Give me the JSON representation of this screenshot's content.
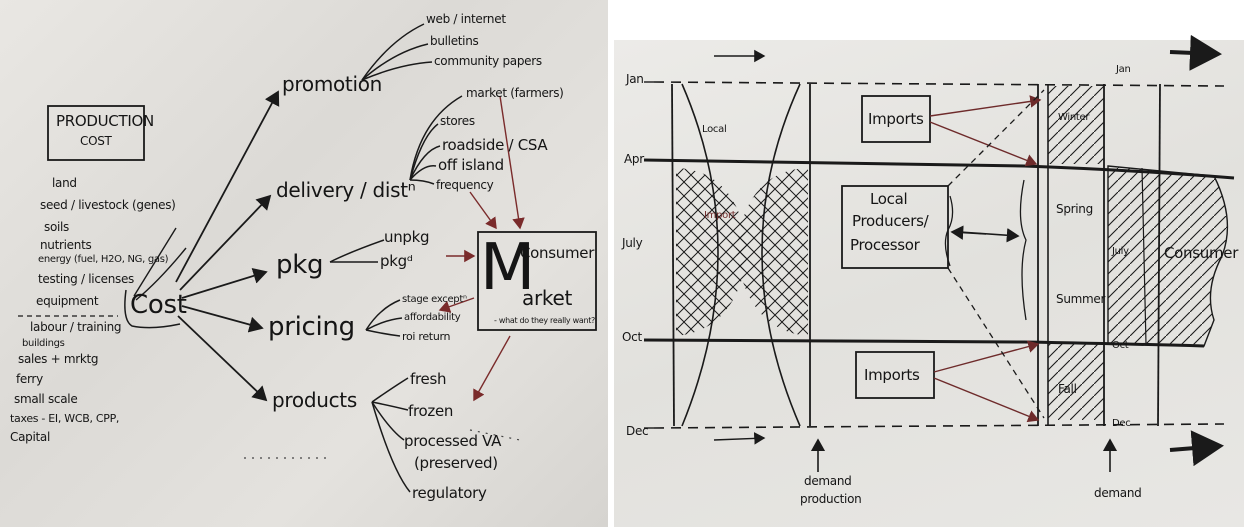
{
  "left": {
    "title_line1": "PRODUCTION",
    "title_line2": "COST",
    "inputs": [
      "land",
      "seed / livestock (genes)",
      "soils",
      "nutrients",
      "energy (fuel, H2O, NG, gas)",
      "testing / licenses",
      "equipment",
      "labour / training",
      "buildings",
      "sales + mrktg",
      "ferry",
      "small scale",
      "taxes - EI, WCB, CPP,",
      "Capital"
    ],
    "cost": "Cost",
    "branches": {
      "promotion": "promotion",
      "delivery": "delivery / distⁿ",
      "pkg": "pkg",
      "pricing": "pricing",
      "products": "products"
    },
    "promotion_items": [
      "web / internet",
      "bulletins",
      "community papers"
    ],
    "delivery_items": [
      "market (farmers)",
      "stores",
      "roadside / CSA",
      "off island",
      "frequency"
    ],
    "pkg_items": [
      "unpkg",
      "pkgᵈ"
    ],
    "pricing_items": [
      "stage exceptⁿ",
      "affordability",
      "roi return"
    ],
    "product_items": [
      "fresh",
      "frozen",
      "processed VA",
      "(preserved)",
      "regulatory"
    ],
    "market_line1": "Consumer",
    "market_line2": "arket",
    "market_big_m": "M",
    "market_note": "- what do they really want?"
  },
  "right": {
    "months": [
      "Jan",
      "Apr",
      "July",
      "Oct",
      "Dec"
    ],
    "local": "Local",
    "import": "Import",
    "imports_top": "Imports",
    "imports_bottom": "Imports",
    "producers": [
      "Local",
      "Producers/",
      "Processor"
    ],
    "seasons": [
      "Winter",
      "Spring",
      "Summer",
      "Fall"
    ],
    "consumer": "Consumer",
    "right_months": [
      "Jan",
      "July",
      "Oct",
      "Dec"
    ],
    "label_production": [
      "demand",
      "production"
    ],
    "label_demand": "demand"
  }
}
